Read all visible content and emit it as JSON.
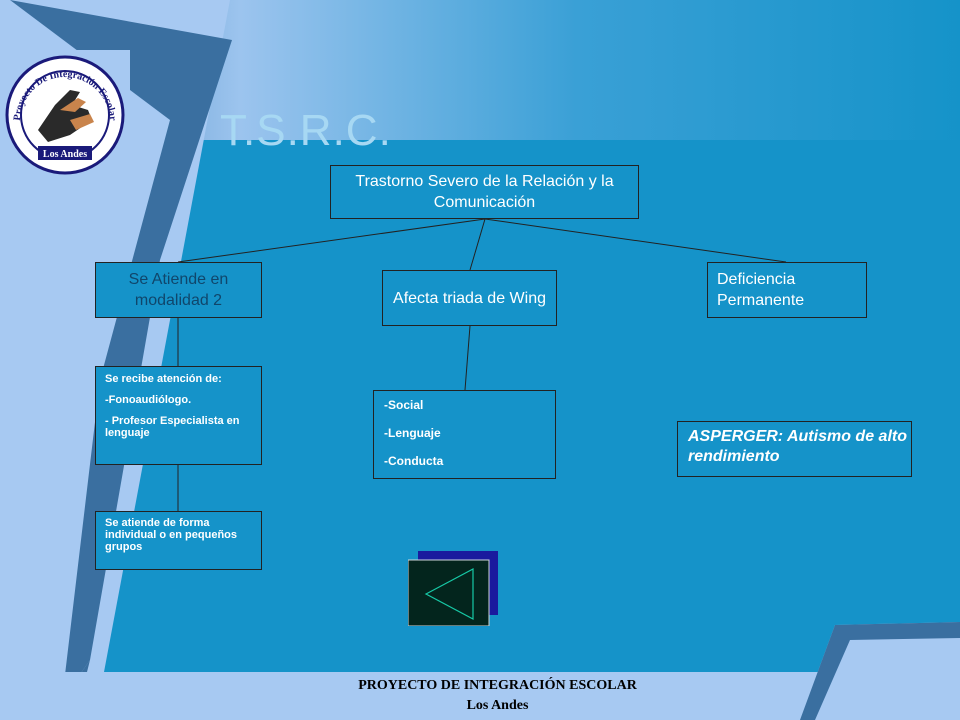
{
  "title": "T.S.R.C.",
  "diagram": {
    "root": "Trastorno Severo de la Relación y la Comunicación",
    "modalidad": "Se Atiende  en modalidad 2",
    "triada": "Afecta triada de Wing",
    "deficiencia": "Deficiencia Permanente",
    "atencion": {
      "heading": "Se recibe atención  de:",
      "items": [
        "-Fonoaudiólogo.",
        "- Profesor Especialista en lenguaje"
      ]
    },
    "triada_items": [
      "-Social",
      "-Lenguaje",
      "-Conducta"
    ],
    "asperger": "ASPERGER: Autismo de alto rendimiento",
    "grupos": "Se atiende de forma individual o en pequeños grupos"
  },
  "logo": {
    "arc_text": "Proyecto De Integración Escolar",
    "bottom_text": "Los Andes"
  },
  "footer": {
    "line1": "PROYECTO DE INTEGRACIÓN ESCOLAR",
    "line2": "Los Andes"
  },
  "colors": {
    "background": "#1593c9",
    "light_blue": "#a7c9f2",
    "title": "#a7d8f3",
    "back_button_front": "#03251d",
    "back_button_back": "#1a1a9e"
  },
  "icons": {
    "back": "back-triangle-icon"
  }
}
